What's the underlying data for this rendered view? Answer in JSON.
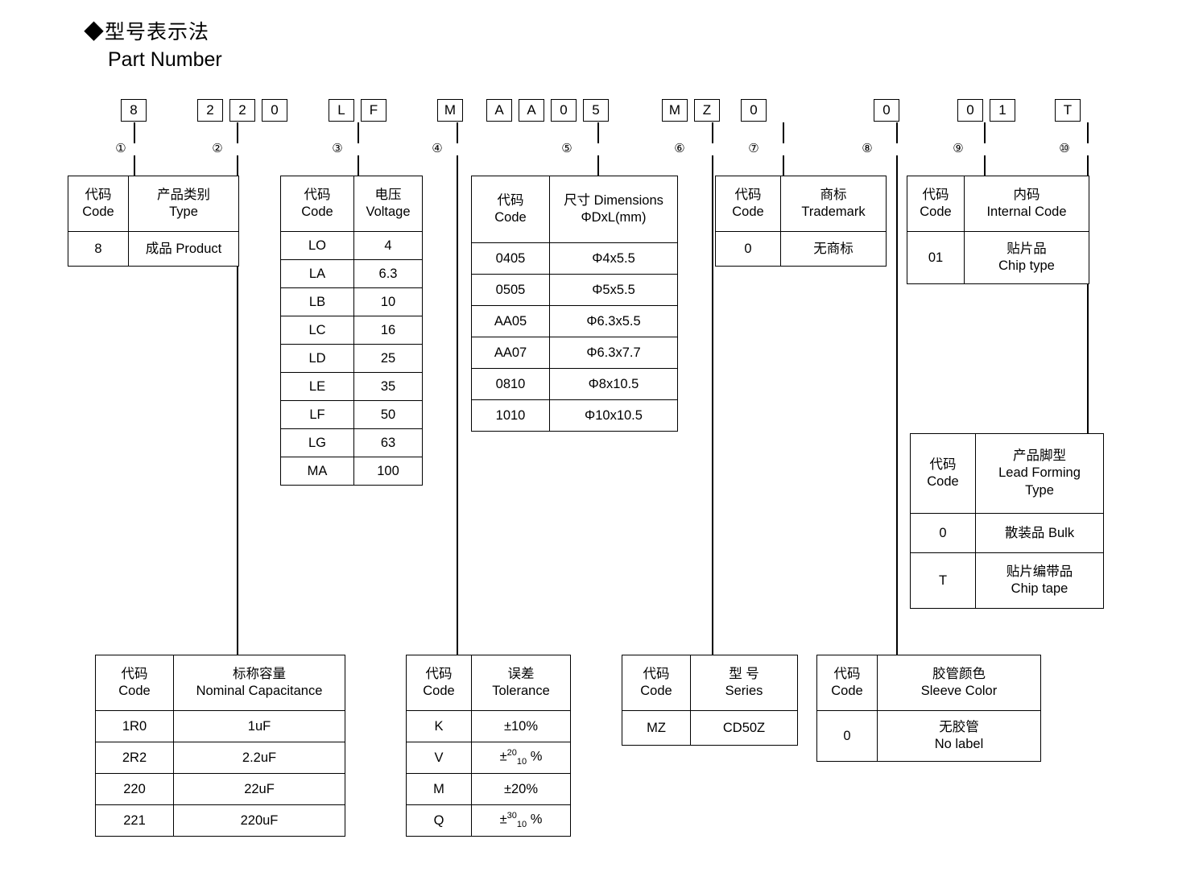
{
  "heading": {
    "cn": "◆型号表示法",
    "en": "Part Number"
  },
  "part_number_segments": [
    {
      "marker": "①",
      "chars": [
        "8"
      ]
    },
    {
      "marker": "②",
      "chars": [
        "2",
        "2",
        "0"
      ]
    },
    {
      "marker": "③",
      "chars": [
        "L",
        "F"
      ]
    },
    {
      "marker": "④",
      "chars": [
        "M"
      ]
    },
    {
      "marker": "⑤",
      "chars": [
        "A",
        "A",
        "0",
        "5"
      ]
    },
    {
      "marker": "⑥",
      "chars": [
        "M",
        "Z"
      ]
    },
    {
      "marker": "⑦",
      "chars": [
        "0"
      ]
    },
    {
      "marker": "⑧",
      "chars": [
        "0"
      ]
    },
    {
      "marker": "⑨",
      "chars": [
        "0",
        "1"
      ]
    },
    {
      "marker": "⑩",
      "chars": [
        "T"
      ]
    }
  ],
  "tables": {
    "type": {
      "headers": [
        "代码\nCode",
        "产品类别\nType"
      ],
      "header_cn": [
        "代码",
        "产品类别"
      ],
      "header_en": [
        "Code",
        "Type"
      ],
      "rows": [
        [
          "8",
          "成品 Product"
        ]
      ]
    },
    "voltage": {
      "header_cn": [
        "代码",
        "电压"
      ],
      "header_en": [
        "Code",
        "Voltage"
      ],
      "rows": [
        [
          "LO",
          "4"
        ],
        [
          "LA",
          "6.3"
        ],
        [
          "LB",
          "10"
        ],
        [
          "LC",
          "16"
        ],
        [
          "LD",
          "25"
        ],
        [
          "LE",
          "35"
        ],
        [
          "LF",
          "50"
        ],
        [
          "LG",
          "63"
        ],
        [
          "MA",
          "100"
        ]
      ]
    },
    "dimensions": {
      "header_cn": [
        "代码",
        "尺寸 Dimensions"
      ],
      "header_en": [
        "Code",
        "ΦDxL(mm)"
      ],
      "rows": [
        [
          "0405",
          "Φ4x5.5"
        ],
        [
          "0505",
          "Φ5x5.5"
        ],
        [
          "AA05",
          "Φ6.3x5.5"
        ],
        [
          "AA07",
          "Φ6.3x7.7"
        ],
        [
          "0810",
          "Φ8x10.5"
        ],
        [
          "1010",
          "Φ10x10.5"
        ]
      ]
    },
    "trademark": {
      "header_cn": [
        "代码",
        "商标"
      ],
      "header_en": [
        "Code",
        "Trademark"
      ],
      "rows": [
        [
          "0",
          "无商标"
        ]
      ]
    },
    "internal_code": {
      "header_cn": [
        "代码",
        "内码"
      ],
      "header_en": [
        "Code",
        "Internal Code"
      ],
      "rows": [
        [
          "01",
          "贴片品\nChip type"
        ]
      ],
      "row0_cn": "贴片品",
      "row0_en": "Chip type"
    },
    "lead_forming": {
      "header_cn": [
        "代码",
        "产品脚型"
      ],
      "header_en": [
        "Code",
        "Lead Forming"
      ],
      "header_en2": "Type",
      "rows": [
        {
          "code": "0",
          "cn": "散装品 Bulk",
          "en": ""
        },
        {
          "code": "T",
          "cn": "贴片编带品",
          "en": "Chip tape"
        }
      ]
    },
    "capacitance": {
      "header_cn": [
        "代码",
        "标称容量"
      ],
      "header_en": [
        "Code",
        "Nominal Capacitance"
      ],
      "rows": [
        [
          "1R0",
          "1uF"
        ],
        [
          "2R2",
          "2.2uF"
        ],
        [
          "220",
          "22uF"
        ],
        [
          "221",
          "220uF"
        ]
      ]
    },
    "tolerance": {
      "header_cn": [
        "代码",
        "误差"
      ],
      "header_en": [
        "Code",
        "Tolerance"
      ],
      "rows": [
        {
          "code": "K",
          "value": "±10%",
          "sup": "",
          "sub": "",
          "suffix": ""
        },
        {
          "code": "V",
          "value": "±",
          "sup": "20",
          "sub": "10",
          "suffix": "%"
        },
        {
          "code": "M",
          "value": "±20%",
          "sup": "",
          "sub": "",
          "suffix": ""
        },
        {
          "code": "Q",
          "value": "±",
          "sup": "30",
          "sub": "10",
          "suffix": "%"
        }
      ]
    },
    "series": {
      "header_cn": [
        "代码",
        "型 号"
      ],
      "header_en": [
        "Code",
        "Series"
      ],
      "rows": [
        [
          "MZ",
          "CD50Z"
        ]
      ]
    },
    "sleeve_color": {
      "header_cn": [
        "代码",
        "胶管颜色"
      ],
      "header_en": [
        "Code",
        "Sleeve Color"
      ],
      "rows": [
        [
          "0",
          "无胶管\nNo label"
        ]
      ],
      "row0_cn": "无胶管",
      "row0_en": "No label"
    }
  }
}
